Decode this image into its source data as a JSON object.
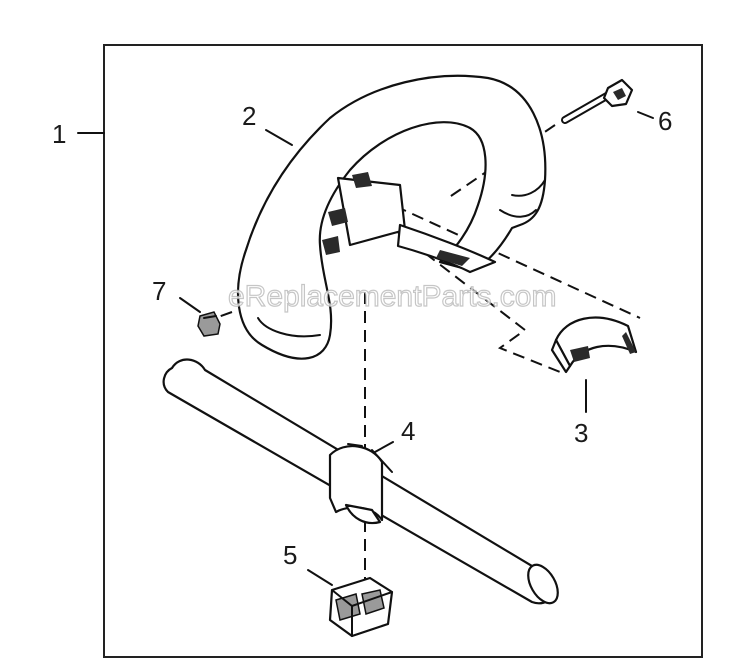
{
  "diagram": {
    "watermark": "eReplacementParts.com",
    "callouts": [
      {
        "id": "1",
        "text": "1"
      },
      {
        "id": "2",
        "text": "2"
      },
      {
        "id": "3",
        "text": "3"
      },
      {
        "id": "4",
        "text": "4"
      },
      {
        "id": "5",
        "text": "5"
      },
      {
        "id": "6",
        "text": "6"
      },
      {
        "id": "7",
        "text": "7"
      }
    ],
    "colors": {
      "line": "#111111",
      "background": "#ffffff",
      "watermark_stroke": "#bdbdbd"
    }
  }
}
